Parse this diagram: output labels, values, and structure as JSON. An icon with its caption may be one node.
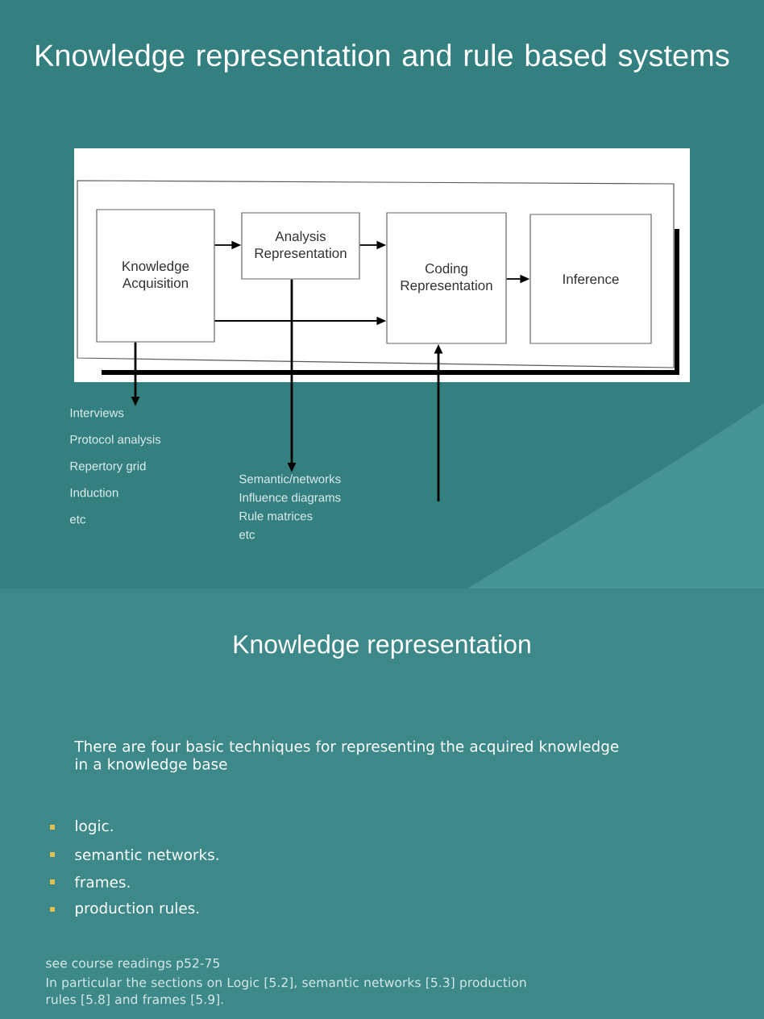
{
  "diagram": {
    "title": "Knowledge representation and rule based systems",
    "nodes": [
      {
        "text": [
          "Knowledge Acquisition"
        ]
      },
      {
        "text": [
          "Analysis Representation"
        ]
      },
      {
        "text": [
          "Coding Representation"
        ]
      },
      {
        "text": [
          "Inference"
        ]
      },
      {
        "text": [
          "Interviews",
          "Protocol analysis",
          "Repertory grid",
          "Induction",
          "etc"
        ]
      },
      {
        "text": [
          "Semantic/networks",
          "Influence diagrams",
          "Rule matrices",
          "etc"
        ]
      }
    ],
    "edges": [
      {
        "from": 0,
        "to": 1,
        "arrow": "to"
      },
      {
        "from": 1,
        "to": 2,
        "arrow": "to"
      },
      {
        "from": 0,
        "to": 2,
        "arrow": "to"
      },
      {
        "from": 2,
        "to": 3,
        "arrow": "to"
      },
      {
        "from": 0,
        "to": 4,
        "arrow": "to"
      },
      {
        "from": 1,
        "to": 5,
        "arrow": "to"
      },
      {
        "from": null,
        "to": 2,
        "arrow": "to"
      }
    ],
    "labels": [
      "Knowledge representation",
      "There are four basic techniques for representing the acquired knowledge in a knowledge base",
      "logic.",
      "semantic networks.",
      "frames.",
      "production rules.",
      "see course readings p52-75",
      "In particular the sections on Logic [5.2], semantic networks [5.3] production rules [5.8] and frames [5.9]."
    ]
  }
}
